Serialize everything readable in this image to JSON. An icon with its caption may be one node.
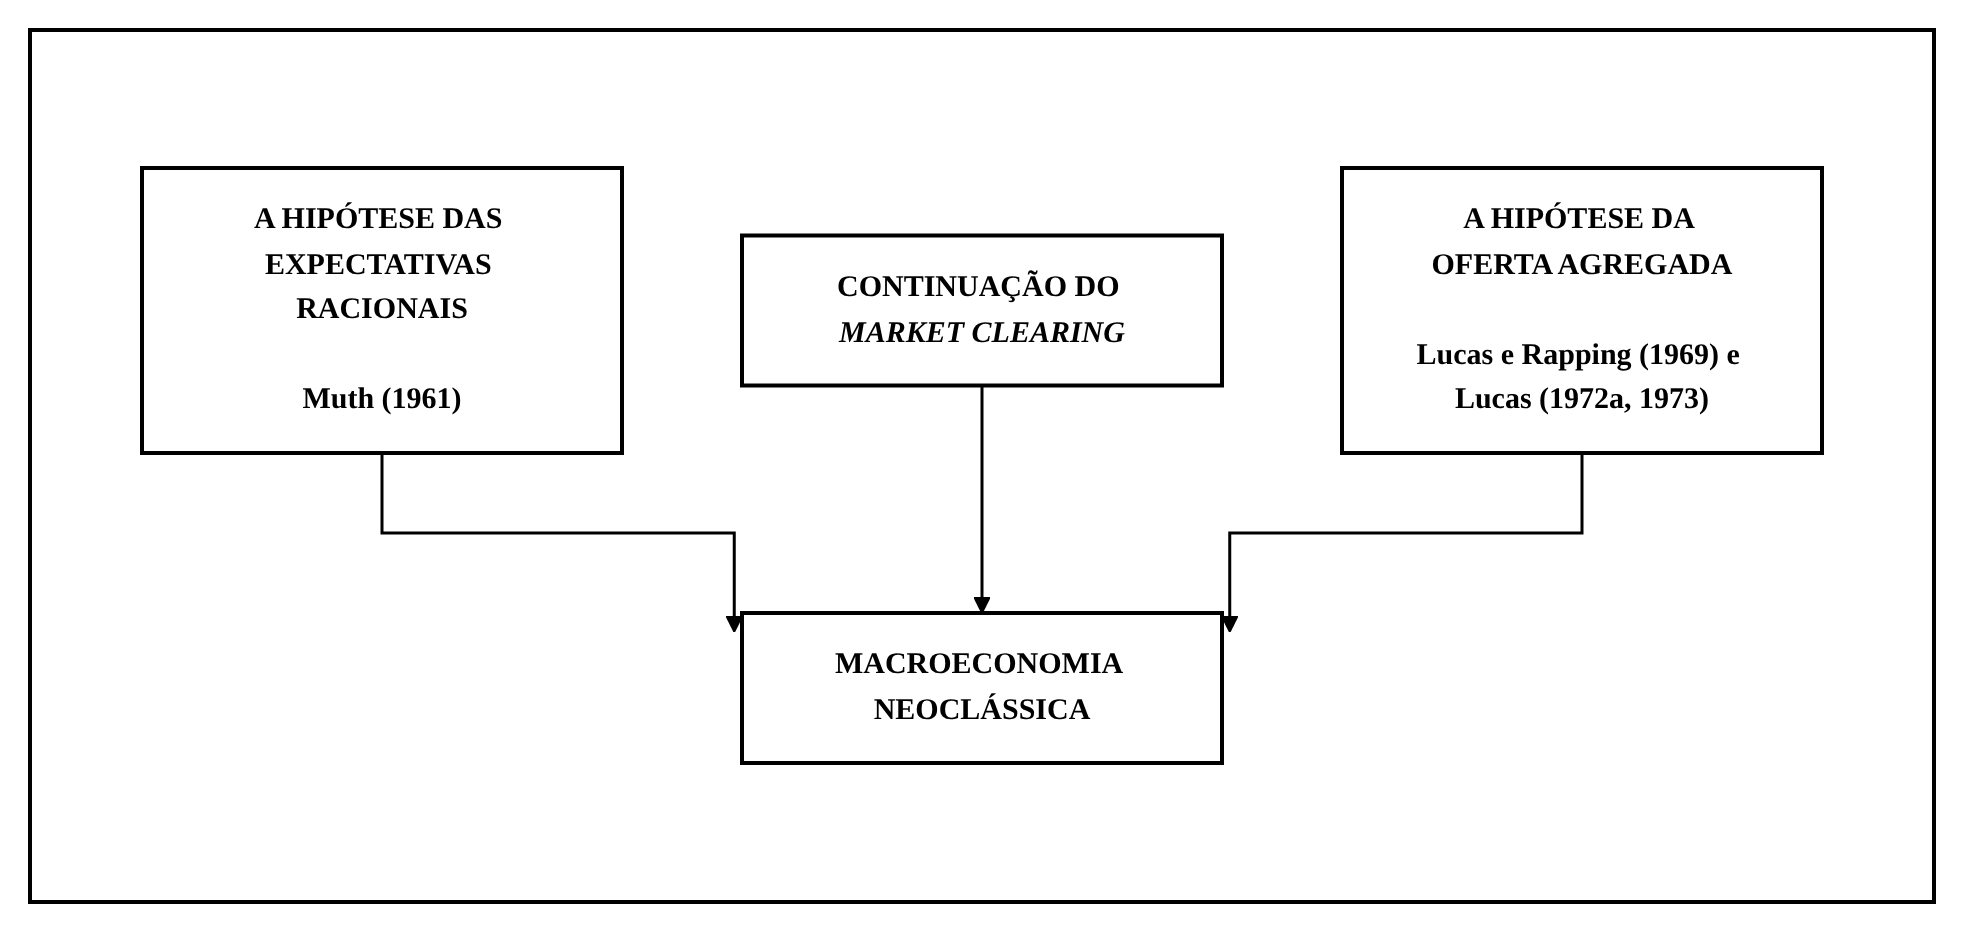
{
  "diagram": {
    "nodes": [
      {
        "text": [
          "A HIPÓTESE DAS EXPECTATIVAS RACIONAIS",
          "Muth (1961)"
        ]
      },
      {
        "text": [
          "CONTINUAÇÃO DO *MARKET CLEARING*"
        ]
      },
      {
        "text": [
          "A HIPÓTESE DA OFERTA AGREGADA",
          "Lucas e Rapping (1969) e Lucas (1972a, 1973)"
        ]
      },
      {
        "text": [
          "MACROECONOMIA NEOCLÁSSICA"
        ]
      }
    ],
    "edges": [
      {
        "from": 0,
        "to": 3,
        "arrow": "to"
      },
      {
        "from": 1,
        "to": 3,
        "arrow": "to"
      },
      {
        "from": 2,
        "to": 3,
        "arrow": "to"
      }
    ]
  }
}
